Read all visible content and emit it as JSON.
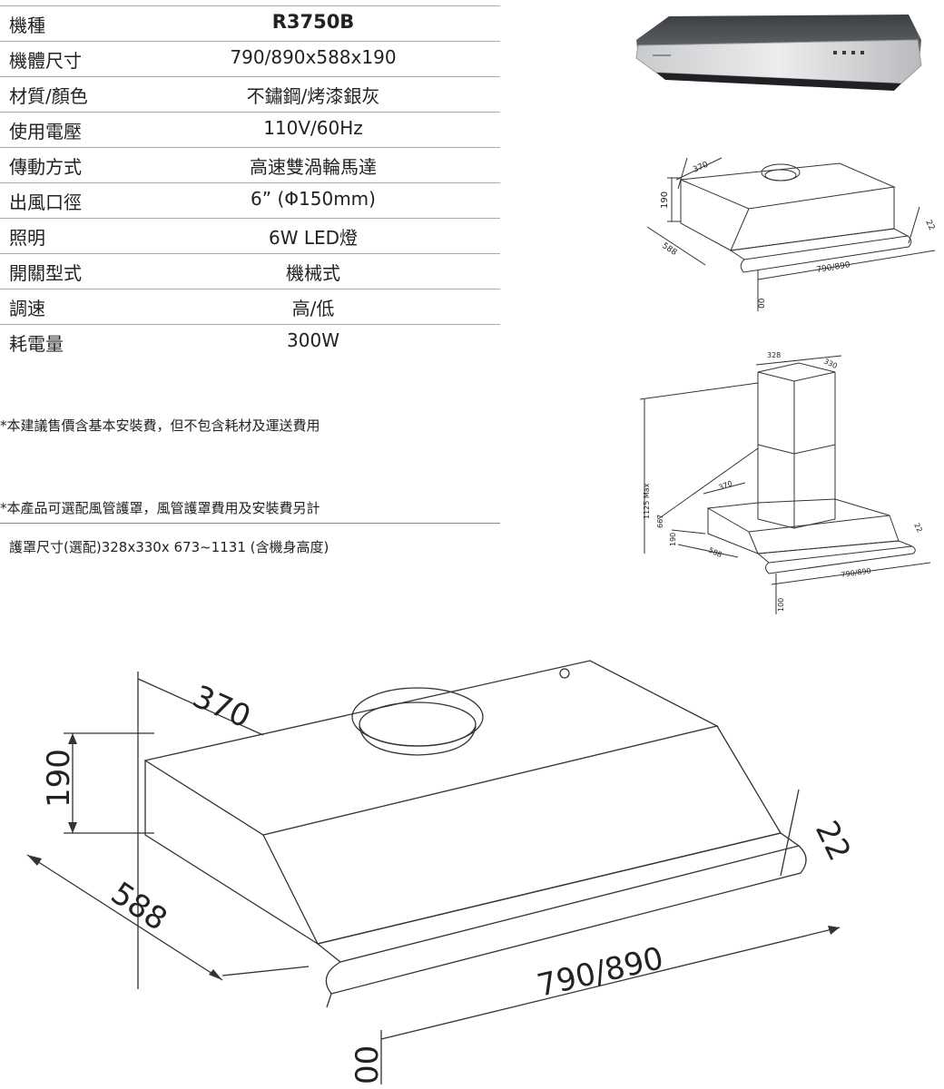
{
  "specs": [
    {
      "label": "機種",
      "value": "R3750B"
    },
    {
      "label": "機體尺寸",
      "value": "790/890x588x190"
    },
    {
      "label": "材質/顏色",
      "value": "不鏽鋼/烤漆銀灰"
    },
    {
      "label": "使用電壓",
      "value": "110V/60Hz"
    },
    {
      "label": "傳動方式",
      "value": "高速雙渦輪馬達"
    },
    {
      "label": "出風口徑",
      "value": "6” (Φ150mm)"
    },
    {
      "label": "照明",
      "value": "6W LED燈"
    },
    {
      "label": "開關型式",
      "value": "機械式"
    },
    {
      "label": "調速",
      "value": "高/低"
    },
    {
      "label": "耗電量",
      "value": "300W"
    }
  ],
  "notes": {
    "note1": "*本建議售價含基本安裝費，但不包含耗材及運送費用",
    "note2": "*本產品可選配風管護罩，風管護罩費用及安裝費另計",
    "note3": "護罩尺寸(選配)328x330x 673~1131 (含機身高度)"
  },
  "diagram_small1": {
    "depth": "370",
    "height": "190",
    "side": "588",
    "width": "790/890",
    "lip": "22",
    "bottom": "00"
  },
  "diagram_small2": {
    "cover_w": "328",
    "cover_d": "330",
    "depth": "370",
    "total": "1125 Max",
    "cover_h": "667",
    "height": "190",
    "side": "588",
    "width": "790/890",
    "lip": "22",
    "bottom": "100"
  },
  "diagram_large": {
    "depth": "370",
    "height": "190",
    "side": "588",
    "width": "790/890",
    "lip": "22",
    "bottom": "00"
  },
  "colors": {
    "line": "#333333",
    "rule": "#a9a9a9"
  }
}
